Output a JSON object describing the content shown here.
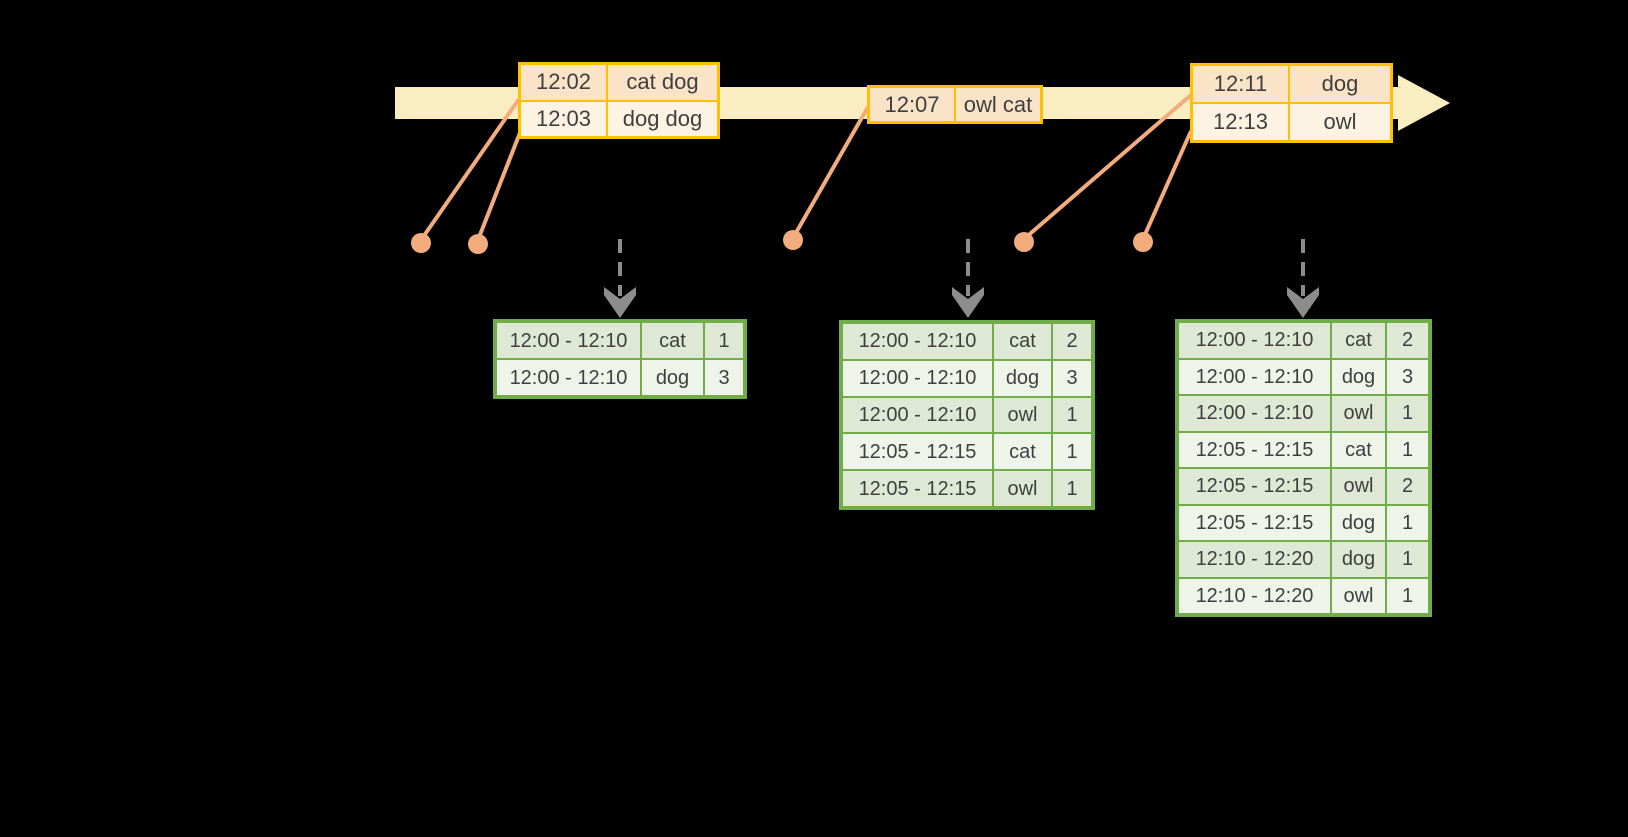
{
  "colors": {
    "background": "#000000",
    "timeline_fill": "#FAEDC2",
    "event_border": "#FFC000",
    "event_row_dark": "#FAE3C6",
    "event_row_light": "#FDF3E3",
    "connector": "#F2AC7E",
    "result_border": "#70AD47",
    "result_row_dark": "#DEE8D5",
    "result_row_light": "#EFF4EB",
    "trigger_arrow": "#8C8C8C",
    "text": "#3F3F3F"
  },
  "event_tables": [
    {
      "rows": [
        [
          "12:02",
          "cat dog"
        ],
        [
          "12:03",
          "dog dog"
        ]
      ]
    },
    {
      "rows": [
        [
          "12:07",
          "owl cat"
        ]
      ]
    },
    {
      "rows": [
        [
          "12:11",
          "dog"
        ],
        [
          "12:13",
          "owl"
        ]
      ]
    }
  ],
  "result_tables": [
    {
      "rows": [
        [
          "12:00 - 12:10",
          "cat",
          "1"
        ],
        [
          "12:00 - 12:10",
          "dog",
          "3"
        ]
      ]
    },
    {
      "rows": [
        [
          "12:00 - 12:10",
          "cat",
          "2"
        ],
        [
          "12:00 - 12:10",
          "dog",
          "3"
        ],
        [
          "12:00 - 12:10",
          "owl",
          "1"
        ],
        [
          "12:05 - 12:15",
          "cat",
          "1"
        ],
        [
          "12:05 - 12:15",
          "owl",
          "1"
        ]
      ]
    },
    {
      "rows": [
        [
          "12:00 - 12:10",
          "cat",
          "2"
        ],
        [
          "12:00 - 12:10",
          "dog",
          "3"
        ],
        [
          "12:00 - 12:10",
          "owl",
          "1"
        ],
        [
          "12:05 - 12:15",
          "cat",
          "1"
        ],
        [
          "12:05 - 12:15",
          "owl",
          "2"
        ],
        [
          "12:05 - 12:15",
          "dog",
          "1"
        ],
        [
          "12:10 - 12:20",
          "dog",
          "1"
        ],
        [
          "12:10 - 12:20",
          "owl",
          "1"
        ]
      ]
    }
  ]
}
